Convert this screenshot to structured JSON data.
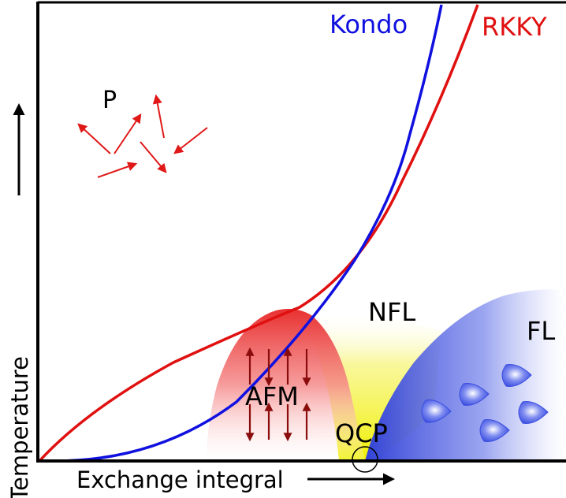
{
  "diagram": {
    "labels": {
      "kondo": "Kondo",
      "rkky": "RKKY",
      "paramagnet": "P",
      "nfl": "NFL",
      "fl": "FL",
      "afm": "AFM",
      "qcp": "QCP",
      "y_axis": "Temperature",
      "x_axis": "Exchange integral"
    },
    "colors": {
      "kondo": "#1010e0",
      "rkky": "#e01010",
      "paramagnet_arrows": "#e01818",
      "afm_arrows": "#8a0c0c",
      "afm_region": "#e83030",
      "nfl_region": "#f0f000",
      "fl_region": "#3a4de0",
      "axis": "#000000"
    },
    "icons": {
      "paramagnet_arrows": "random-spin-arrows-icon",
      "afm_arrows": "antiparallel-spin-arrows-icon",
      "fl_droplets": "quasiparticle-droplet-icon",
      "qcp_marker": "circle-marker-icon"
    }
  }
}
